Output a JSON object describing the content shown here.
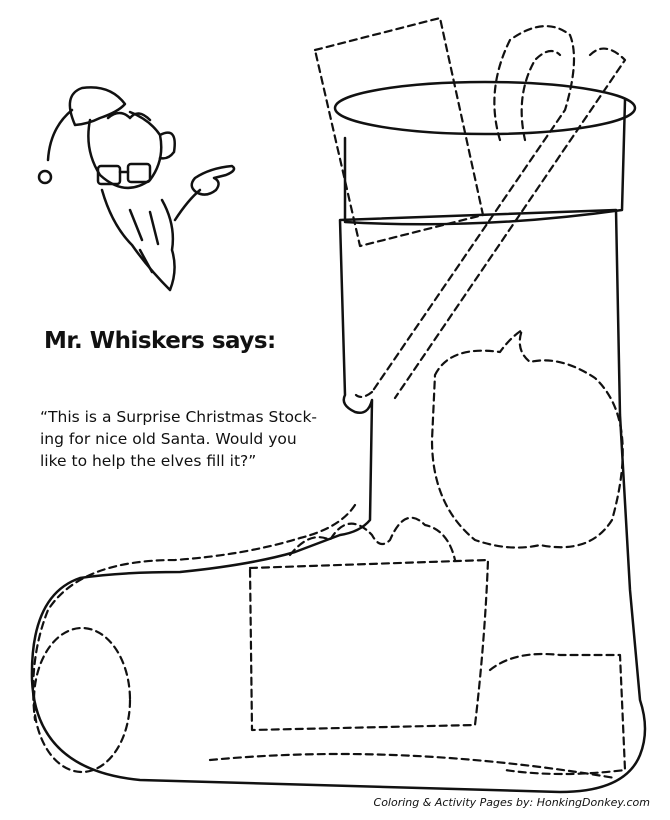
{
  "heading": "Mr. Whiskers says:",
  "quote_lines": [
    "“This is a Surprise Christmas Stock-",
    "ing for nice old Santa. Would you",
    "like to help the elves fill it?”"
  ],
  "credit": "Coloring & Activity Pages by: HonkingDonkey.com",
  "colors": {
    "ink": "#111111",
    "paper": "#ffffff"
  }
}
